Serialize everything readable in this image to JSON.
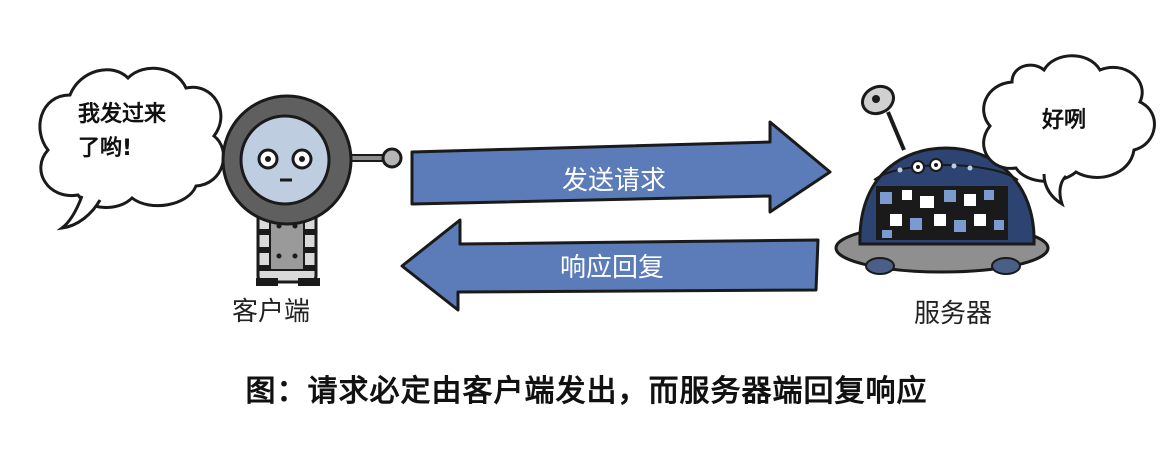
{
  "client": {
    "label": "客户端",
    "speech_line1": "我发过来",
    "speech_line2": "了哟!"
  },
  "server": {
    "label": "服务器",
    "speech": "好咧"
  },
  "arrows": {
    "request_label": "发送请求",
    "response_label": "响应回复",
    "fill_color": "#5b7cb8",
    "outline_color": "#1a1a1a"
  },
  "caption": "图：请求必定由客户端发出，而服务器端回复响应"
}
